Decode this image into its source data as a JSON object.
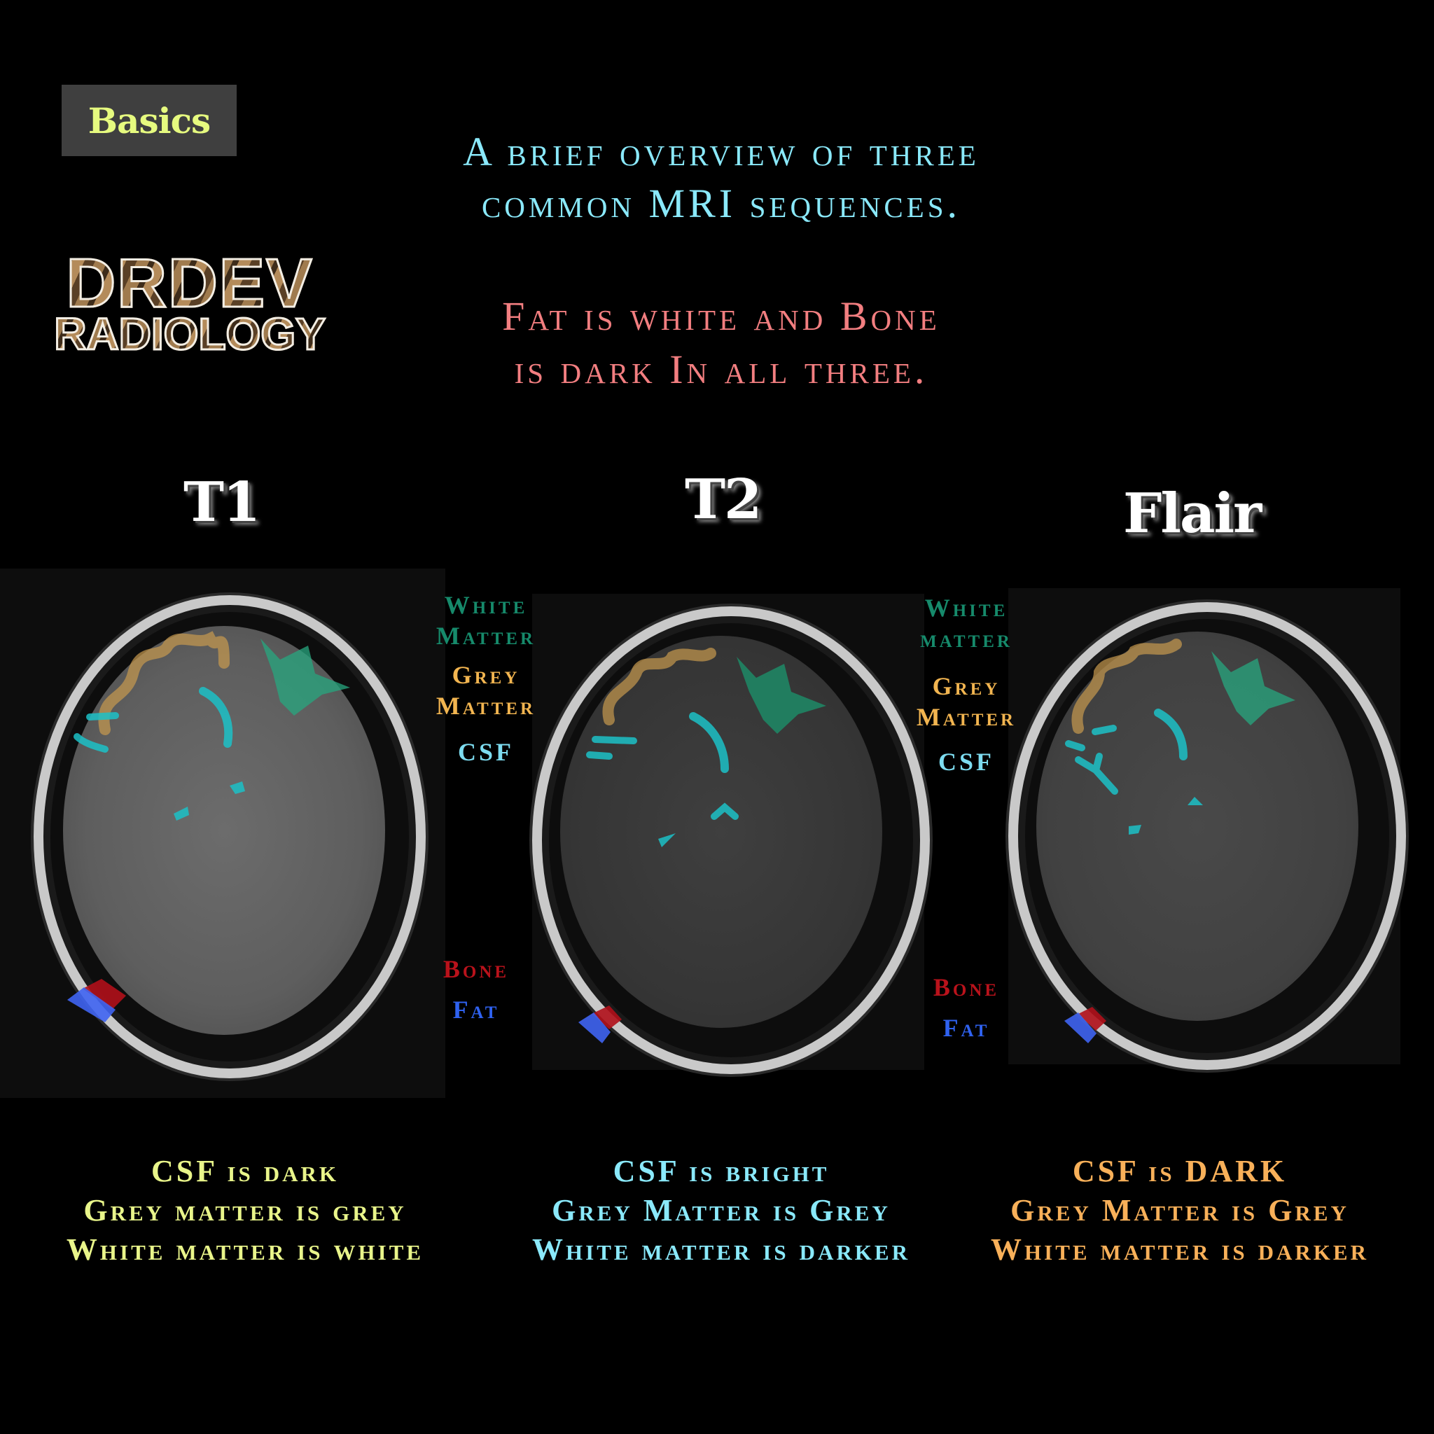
{
  "badge": {
    "label": "Basics",
    "bg": "#3f3f3f",
    "color": "#e6fa7f"
  },
  "logo": {
    "line1": "DRDEV",
    "line2": "RADIOLOGY"
  },
  "intro": {
    "line1": "A brief overview of three",
    "line2": "common MRI sequences.",
    "color": "#8ae9fb"
  },
  "note": {
    "line1": "Fat is white and Bone",
    "line2": "is dark In all three.",
    "color": "#f27e80"
  },
  "legend_colors": {
    "white_matter": "#168a6b",
    "grey_matter": "#f2b550",
    "csf": "#7ddcf0",
    "bone": "#b9121b",
    "fat": "#2f62f0"
  },
  "legend_left": {
    "white_matter": [
      "White",
      "Matter"
    ],
    "grey_matter": [
      "Grey",
      "Matter"
    ],
    "csf": "CSF",
    "bone": "Bone",
    "fat": "Fat"
  },
  "legend_right": {
    "white_matter": [
      "White",
      "matter"
    ],
    "grey_matter": [
      "Grey",
      "Matter"
    ],
    "csf": "CSF",
    "bone": "Bone",
    "fat": "Fat"
  },
  "sequences": [
    {
      "title": "T1",
      "image": "axial-brain-mri-t1",
      "caption": [
        "CSF is dark",
        "Grey matter is grey",
        "White matter is white"
      ],
      "caption_color": "#e9f58a"
    },
    {
      "title": "T2",
      "image": "axial-brain-mri-t2",
      "caption": [
        "CSF is bright",
        "Grey Matter is Grey",
        "White matter is darker"
      ],
      "caption_color": "#8ae9fb"
    },
    {
      "title": "Flair",
      "image": "axial-brain-mri-flair",
      "caption": [
        "CSF is DARK",
        "Grey Matter is Grey",
        "White matter is darker"
      ],
      "caption_color": "#f8b059"
    }
  ]
}
